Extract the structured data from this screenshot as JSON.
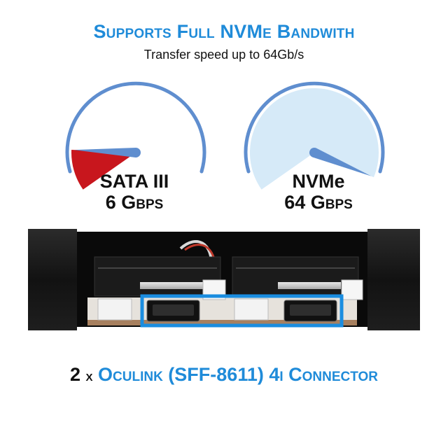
{
  "header": {
    "title": "Supports Full NVMe Bandwith",
    "subtitle": "Transfer speed up to 64Gb/s"
  },
  "gauges": [
    {
      "name": "SATA III",
      "speed": "6 Gbps",
      "level": 0.15,
      "fill_color": "#c8161d",
      "needle_color": "#5f8ecf"
    },
    {
      "name": "NVMe",
      "speed": "64 Gbps",
      "level": 0.95,
      "fill_color": "#d6eaf8",
      "needle_color": "#5f8ecf"
    }
  ],
  "footer": {
    "count": "2",
    "times": "x",
    "connector": "Oculink (SFF-8611) 4i Connector"
  },
  "colors": {
    "accent": "#1f8bd9",
    "highlight_box": "#1a8de0"
  }
}
